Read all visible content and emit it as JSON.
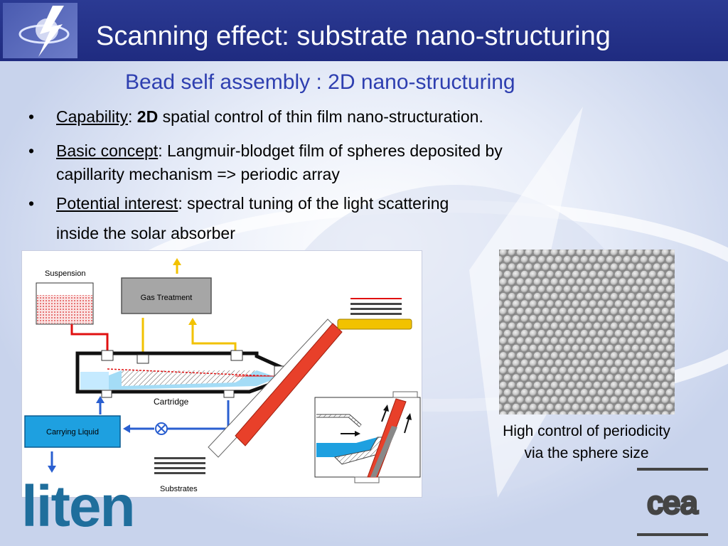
{
  "header": {
    "title": "Scanning effect: substrate nano-structuring"
  },
  "subtitle": "Bead self assembly : 2D nano-structuring",
  "bullets": [
    {
      "marker": "•",
      "term": "Capability",
      "rest_bold": "2D",
      "rest": " spatial control of thin film nano-structuration."
    },
    {
      "marker": "•",
      "term": "Basic concept",
      "rest": ": Langmuir-blodget film of spheres deposited by",
      "line2": "capillarity mechanism =>  periodic array"
    },
    {
      "marker": "•",
      "term": "Potential interest",
      "rest": ": spectral tuning of the light scattering",
      "line2": "inside the solar absorber"
    }
  ],
  "diagram": {
    "suspension": "Suspension",
    "gas_treatment": "Gas Treatment",
    "cartridge": "Cartridge",
    "carrying_liquid": "Carrying Liquid",
    "substrates": "Substrates"
  },
  "caption": {
    "line1": "High control of periodicity",
    "line2": "via the sphere size"
  },
  "logos": {
    "liten": "liten",
    "cea": "cea"
  },
  "colors": {
    "header": "#222f86",
    "subtitle": "#2e3fb0",
    "accent_red": "#e8402a",
    "accent_yellow": "#f2c200",
    "accent_blue": "#1ea0e0"
  }
}
